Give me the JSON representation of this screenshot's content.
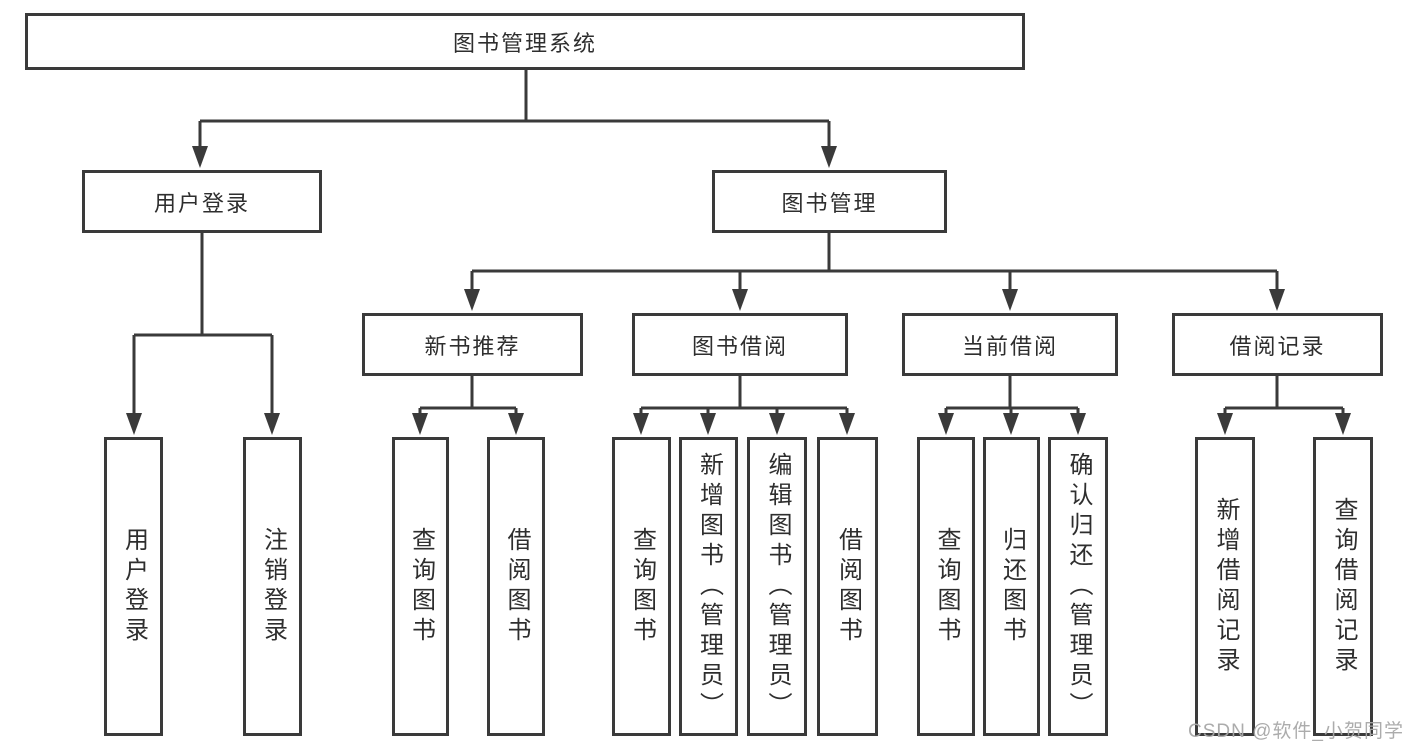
{
  "root": {
    "label": "图书管理系统"
  },
  "level2": [
    {
      "label": "用户登录"
    },
    {
      "label": "图书管理"
    }
  ],
  "level3": [
    {
      "label": "新书推荐"
    },
    {
      "label": "图书借阅"
    },
    {
      "label": "当前借阅"
    },
    {
      "label": "借阅记录"
    }
  ],
  "leaves": [
    {
      "label": "用户登录"
    },
    {
      "label": "注销登录"
    },
    {
      "label": "查询图书"
    },
    {
      "label": "借阅图书"
    },
    {
      "label": "查询图书"
    },
    {
      "label": "新增图书（管理员）"
    },
    {
      "label": "编辑图书（管理员）"
    },
    {
      "label": "借阅图书"
    },
    {
      "label": "查询图书"
    },
    {
      "label": "归还图书"
    },
    {
      "label": "确认归还（管理员）"
    },
    {
      "label": "新增借阅记录"
    },
    {
      "label": "查询借阅记录"
    }
  ],
  "watermark": {
    "text": "CSDN @软件_小贺同学"
  },
  "colors": {
    "line": "#3a3a3a",
    "box_border": "#3a3a3a",
    "box_fill": "#ffffff",
    "text": "#2e2e2e",
    "watermark": "#a8a8a8"
  }
}
